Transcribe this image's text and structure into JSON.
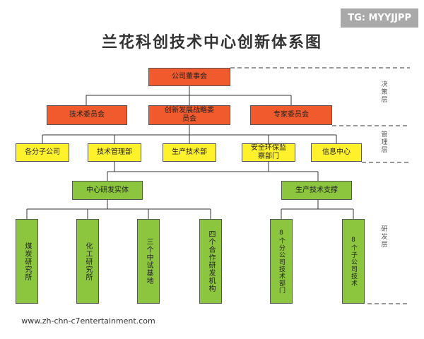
{
  "title": "兰花科创技术中心创新体系图",
  "tag": "TG: MYYJJPP",
  "watermark": "www.zh-chn-c7entertainment.com",
  "colors": {
    "decision": "#f05a2c",
    "management": "#fff22c",
    "rnd": "#8cc63e"
  },
  "layers": {
    "decision": "决策层",
    "management": "管理层",
    "rnd": "研发层"
  },
  "nodes": {
    "board": "公司董事会",
    "tech_committee": "技术委员会",
    "innovation_committee": "创新发展战略委员会",
    "expert_committee": "专家委员会",
    "subsidiaries": "各分子公司",
    "tech_management": "技术管理部",
    "production_tech": "生产技术部",
    "safety_env": "安全环保监察部门",
    "info_center": "信息中心",
    "rnd_center": "中心研发实体",
    "production_support": "生产技术支撑",
    "coal_institute": "煤炭研究所",
    "chem_institute": "化工研究所",
    "pilot_bases": "三个中试基地",
    "joint_institutions": "四个合作研发机构",
    "sub_tech_depts": "8个分公司技术部门",
    "sub_tech_groups": "8个子公司技术"
  }
}
